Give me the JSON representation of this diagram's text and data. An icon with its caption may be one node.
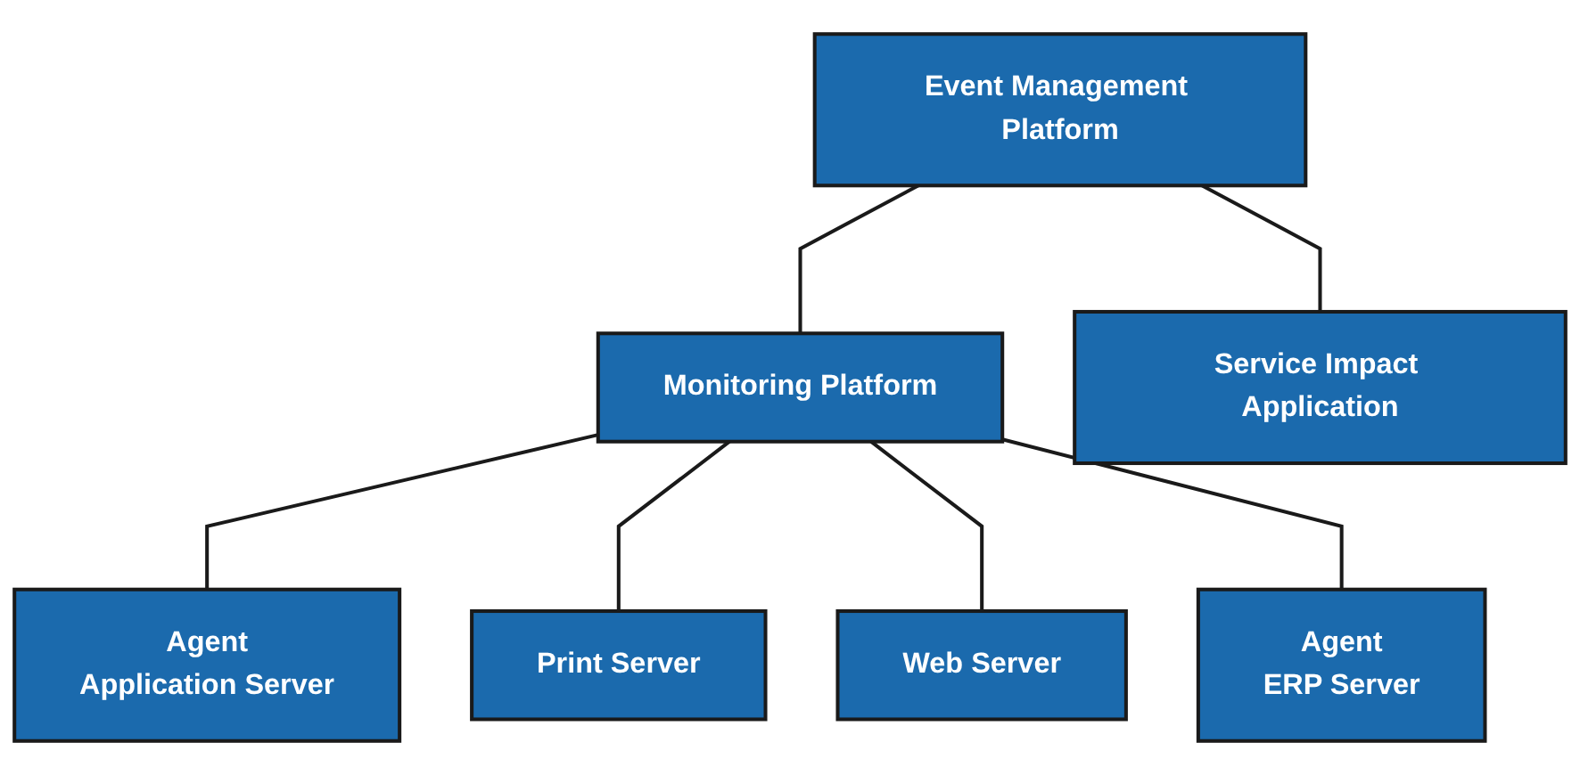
{
  "diagram": {
    "nodes": [
      {
        "text": [
          "Event Management Platform"
        ]
      },
      {
        "text": [
          "Service Impact Application"
        ]
      },
      {
        "text": [
          "Monitoring Platform"
        ]
      },
      {
        "text": [
          "Agent",
          "Application Server"
        ]
      },
      {
        "text": [
          "Print Server"
        ]
      },
      {
        "text": [
          "Web Server"
        ]
      },
      {
        "text": [
          "Agent",
          "ERP Server"
        ]
      }
    ],
    "edges": [
      {
        "from": 0,
        "to": 1,
        "arrow": "none"
      },
      {
        "from": 0,
        "to": 2,
        "arrow": "none"
      },
      {
        "from": 2,
        "to": 3,
        "arrow": "none"
      },
      {
        "from": 2,
        "to": 4,
        "arrow": "none"
      },
      {
        "from": 2,
        "to": 5,
        "arrow": "none"
      },
      {
        "from": 2,
        "to": 6,
        "arrow": "none"
      }
    ]
  }
}
